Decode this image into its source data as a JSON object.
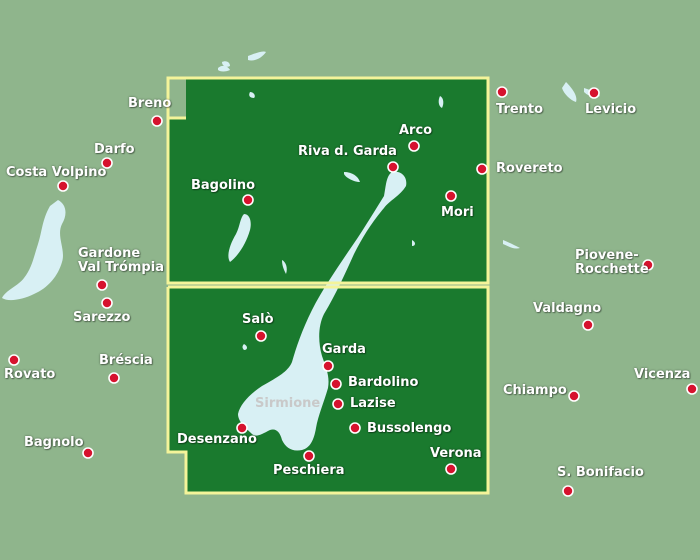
{
  "map": {
    "colors": {
      "outside": "#8fb58c",
      "sheet": "#1a7a2e",
      "border": "#f4f49a",
      "water": "#d8f0f4",
      "dot": "#d6122e"
    },
    "places": [
      {
        "key": "breno",
        "name": "Breno"
      },
      {
        "key": "darfo",
        "name": "Darfo"
      },
      {
        "key": "costa-volpino",
        "name": "Costa Volpino"
      },
      {
        "key": "gardone",
        "name": "Gardone\nVal Trómpia"
      },
      {
        "key": "sarezzo",
        "name": "Sarezzo"
      },
      {
        "key": "rovato",
        "name": "Rovato"
      },
      {
        "key": "brescia",
        "name": "Bréscia"
      },
      {
        "key": "bagnolo",
        "name": "Bagnolo"
      },
      {
        "key": "bagolino",
        "name": "Bagolino"
      },
      {
        "key": "riva",
        "name": "Riva d. Garda"
      },
      {
        "key": "arco",
        "name": "Arco"
      },
      {
        "key": "mori",
        "name": "Mori"
      },
      {
        "key": "rovereto",
        "name": "Rovereto"
      },
      {
        "key": "trento",
        "name": "Trento"
      },
      {
        "key": "levicio",
        "name": "Levicio"
      },
      {
        "key": "piovene",
        "name": "Piovene-\nRocchette"
      },
      {
        "key": "valdagno",
        "name": "Valdagno"
      },
      {
        "key": "vicenza",
        "name": "Vicenza"
      },
      {
        "key": "chiampo",
        "name": "Chiampo"
      },
      {
        "key": "bonifacio",
        "name": "S. Bonifacio"
      },
      {
        "key": "salo",
        "name": "Salò"
      },
      {
        "key": "garda",
        "name": "Garda"
      },
      {
        "key": "bardolino",
        "name": "Bardolino"
      },
      {
        "key": "lazise",
        "name": "Lazise"
      },
      {
        "key": "bussolengo",
        "name": "Bussolengo"
      },
      {
        "key": "sirmione",
        "name": "Sirmione"
      },
      {
        "key": "desenzano",
        "name": "Desenzano"
      },
      {
        "key": "peschiera",
        "name": "Peschiera"
      },
      {
        "key": "verona",
        "name": "Verona"
      }
    ]
  }
}
